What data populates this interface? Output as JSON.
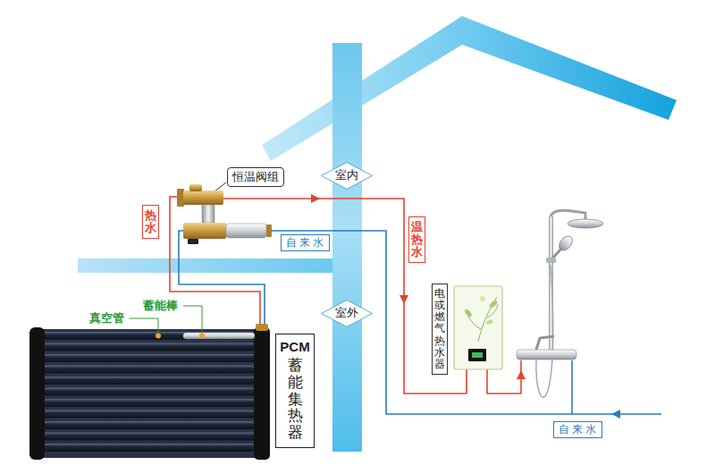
{
  "diagram": {
    "nodes": [
      {
        "text": [
          "室内"
        ]
      },
      {
        "text": [
          "恒温阀组"
        ]
      },
      {
        "text": [
          "热水"
        ]
      },
      {
        "text": [
          "自来水"
        ]
      },
      {
        "text": [
          "温热水"
        ]
      },
      {
        "text": [
          "室外"
        ]
      },
      {
        "text": [
          "电或燃气热水器"
        ]
      },
      {
        "text": [
          "PCM",
          "蓄能集热器"
        ]
      },
      {
        "text": [
          "自来水"
        ]
      }
    ],
    "labels": [
      "真空管",
      "蓄能棒"
    ]
  }
}
